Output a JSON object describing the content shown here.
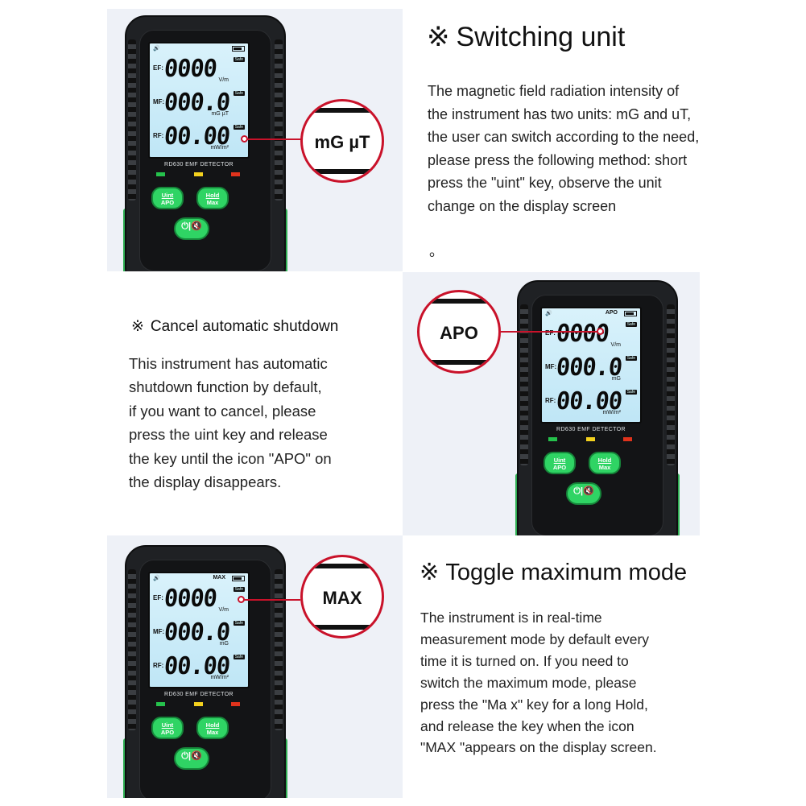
{
  "device": {
    "model_label": "RD630 EMF DETECTOR",
    "ef_label": "EF:",
    "mf_label": "MF:",
    "rf_label": "RF:",
    "ef_unit": "V/m",
    "rf_unit": "mW/m²",
    "safe_badge": "Safe",
    "sound_symbol": "🔊",
    "unit_button": {
      "top": "Uint",
      "bottom": "APO"
    },
    "hold_button": {
      "top": "Hold",
      "bottom": "Max"
    },
    "power_button": "⏻|🔇"
  },
  "panel1": {
    "ef_value": "0000",
    "mf_value": "000.0",
    "mf_unit": "mG µT",
    "rf_value": "00.00",
    "status": "",
    "callout": "mG µT"
  },
  "panel2": {
    "ef_value": "0000",
    "mf_value": "000.0",
    "mf_unit": "mG",
    "rf_value": "00.00",
    "status": "APO",
    "callout": "APO"
  },
  "panel3": {
    "ef_value": "0000",
    "mf_value": "000.0",
    "mf_unit": "mG",
    "rf_value": "00.00",
    "status": "MAX",
    "callout": "MAX"
  },
  "section1": {
    "mark": "※",
    "title": "Switching unit",
    "text": "The magnetic field radiation intensity of\nthe instrument has two units: mG and uT,\nthe user can switch according to the need,\n please press the following method: short\npress the \"uint\" key, observe the unit\nchange on the display screen",
    "trailing": "。"
  },
  "section2": {
    "mark": "※",
    "title": "Cancel automatic shutdown",
    "text": "This instrument has automatic\nshutdown function by default,\nif you want to cancel, please\npress the uint key and release\nthe key until the icon \"APO\" on\nthe display disappears."
  },
  "section3": {
    "mark": "※",
    "title": "Toggle maximum mode",
    "text": "The instrument is in real-time\nmeasurement mode by default every\ntime it is turned on. If you need to\nswitch the maximum mode, please\npress the \"Ma x\" key for a long Hold,\nand release the key when the icon\n\"MAX \"appears on the display screen."
  }
}
